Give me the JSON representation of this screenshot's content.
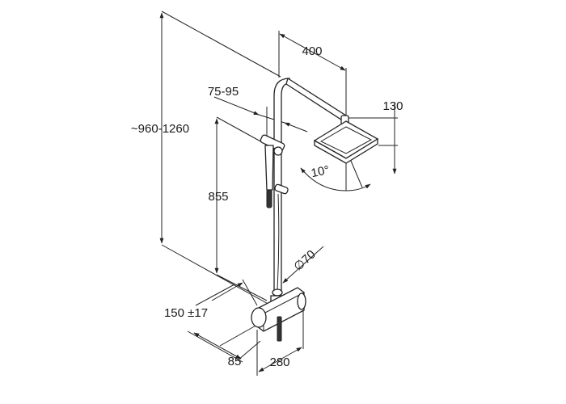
{
  "dimensions": {
    "total_height": "~960-1260",
    "arm_length": "400",
    "rail_offset": "75-95",
    "head_depth": "130",
    "tilt_angle": "10°",
    "slide_range": "855",
    "pipe_diameter": "∅70",
    "centres": "150 ±17",
    "wall_offset": "85",
    "mixer_width": "280"
  }
}
